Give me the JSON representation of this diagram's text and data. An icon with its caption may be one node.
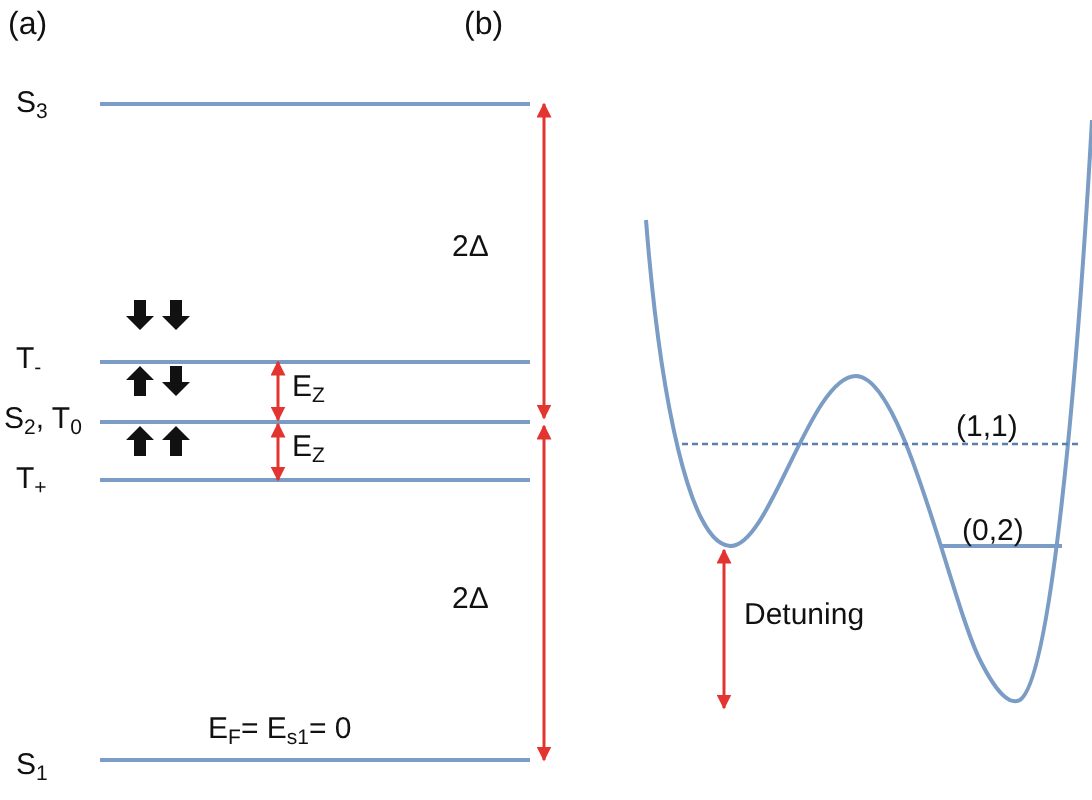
{
  "diagram": {
    "labels": [
      "(a)",
      "(b)",
      "S$_{3}$",
      "2Δ",
      "T$_{-}$",
      "E$_{Z}$",
      "(1,1)",
      "S$_{2}$, T$_{0}$",
      "E$_{Z}$",
      "(0,2)",
      "T$_{+}$",
      "Detuning",
      "2Δ",
      "E$_{F}$= E$_{s1}$= 0",
      "S$_{1}$"
    ]
  }
}
